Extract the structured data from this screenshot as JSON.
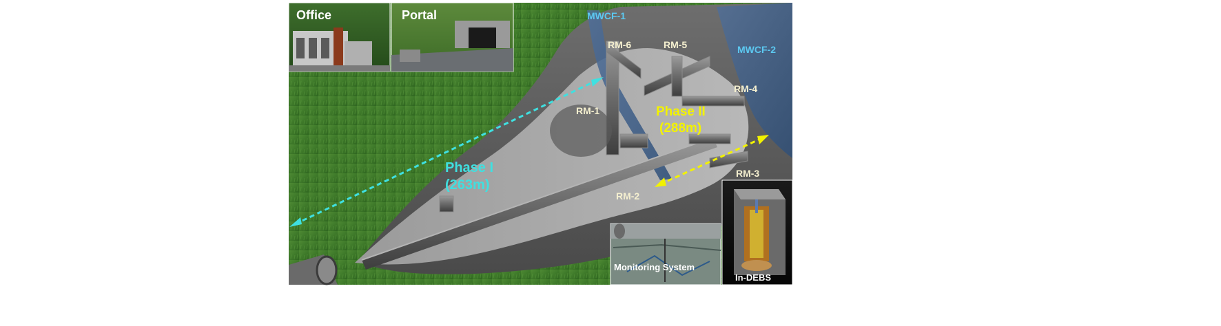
{
  "photos": {
    "office": "Office",
    "portal": "Portal"
  },
  "faults": {
    "mwcf1": "MWCF-1",
    "mwcf2": "MWCF-2"
  },
  "rooms": {
    "rm1": "RM-1",
    "rm2": "RM-2",
    "rm3": "RM-3",
    "rm4": "RM-4",
    "rm5": "RM-5",
    "rm6": "RM-6"
  },
  "phases": {
    "phase1_name": "Phase I",
    "phase1_length": "(263m)",
    "phase2_name": "Phase II",
    "phase2_length": "(288m)"
  },
  "insets": {
    "monitoring": "Monitoring System",
    "indebs": "In-DEBS"
  },
  "colors": {
    "phase1": "#3fe0e0",
    "phase2": "#f2f200",
    "fault_label": "#5cc8f0",
    "room_label": "#f5f0d0",
    "inset_label": "#ffffff"
  }
}
